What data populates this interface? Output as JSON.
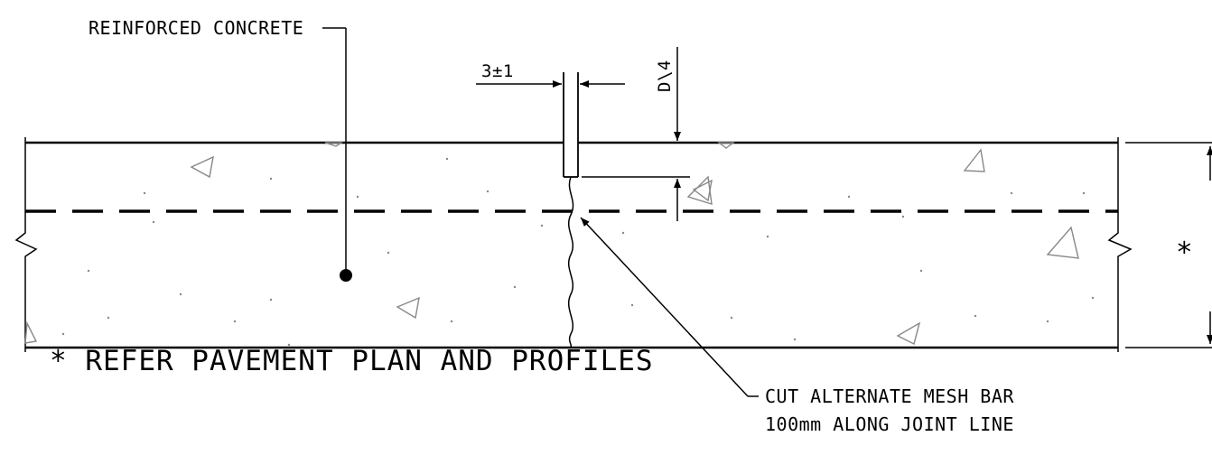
{
  "drawing": {
    "line_color": "#000000",
    "aggregate_color": "#888888",
    "labels": {
      "material": "REINFORCED CONCRETE",
      "saw_cut_width": "3±1",
      "saw_cut_depth": "D\\4",
      "thickness_marker": "*",
      "mesh_note_line1": "CUT ALTERNATE MESH BAR",
      "mesh_note_line2": "100mm ALONG JOINT LINE",
      "footnote": "* REFER PAVEMENT PLAN AND PROFILES"
    }
  }
}
